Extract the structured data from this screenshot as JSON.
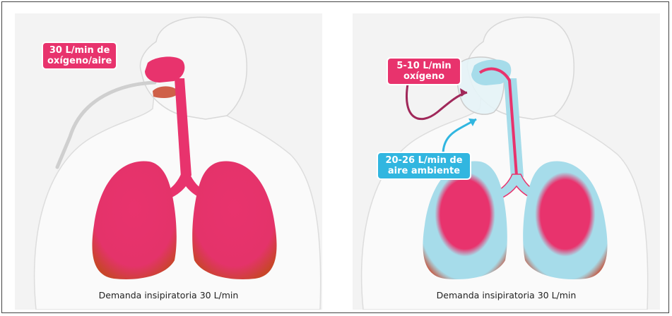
{
  "left_panel": {
    "label_line1": "30 L/min de",
    "label_line2": "oxígeno/aire",
    "caption": "Demanda insipiratoria 30 L/min"
  },
  "right_panel": {
    "oxygen_label_line1": "5-10 L/min",
    "oxygen_label_line2": "oxígeno",
    "air_label_line1": "20-26 L/min de",
    "air_label_line2": "aire ambiente",
    "caption": "Demanda insipiratoria 30 L/min"
  },
  "colors": {
    "oxygen_pink": "#e8336d",
    "air_blue": "#31b6e0",
    "lung_edge": "#c8452a"
  }
}
